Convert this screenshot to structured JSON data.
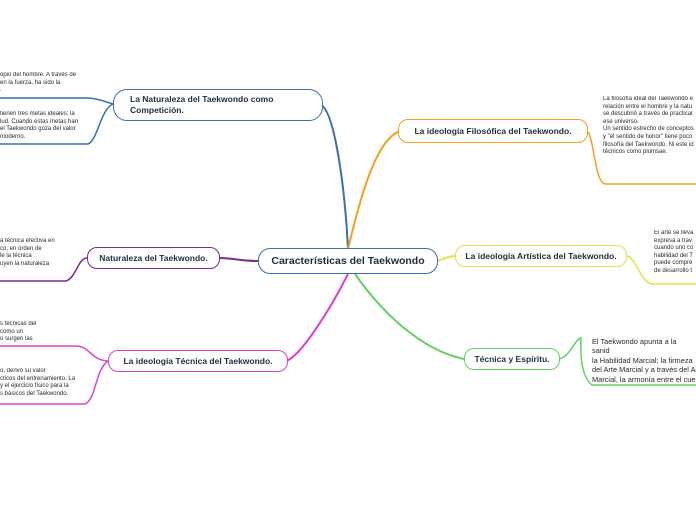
{
  "map": {
    "center": "Características del Taekwondo",
    "left": [
      {
        "title": "La Naturaleza del Taekwondo como Competición.",
        "color": "#3a6fb0",
        "notes": [
          "opio del hombre. A través de\nen la fuerza, ha sido la\n.",
          "tienen tres metas ideales; la\nlud. Cuando estas metas han\n el Taekwondo goza del valor\nmoderno."
        ]
      },
      {
        "title": "Naturaleza del Taekwondo.",
        "color": "#7a2a8c",
        "notes": [
          "a técnica efectiva en\nco, en orden de\nle la técnica\nuyen la naturaleza"
        ]
      },
      {
        "title": "La ideología Técnica del Taekwondo.",
        "color": "#e040c8",
        "notes": [
          "s técnicas del\ncomo un\no surgen las",
          "o, derivó su valor\ncticos del entrenamiento. La\ny el ejercicio físico para la\ns básicos del Taekwondo."
        ]
      }
    ],
    "right": [
      {
        "title": "La ideología Filosófica del Taekwondo.",
        "color": "#f4a020",
        "notes": [
          "La filosofía ideal del Taekwondo e\nrelación entre el hombre y la natu\nse descubrió a través de practicar\nese universo.\nUn sentido estrecho de conceptos\ny \"el sentido de honor\" tiene poco\nfilosofía del Taekwondo. Ni este id\ntécnicos como plumsae."
        ]
      },
      {
        "title": "La ideología Artística del Taekwondo.",
        "color": "#e6e04a",
        "notes": [
          "El arte se lleva\nexpresa a trav\ncuando uno co\nhabilidad del T\npuede compre\nde desarrollo t"
        ]
      },
      {
        "title": "Técnica y Espíritu.",
        "color": "#5fd35f",
        "notes": [
          "El Taekwondo apunta a la sanid\nla Habilidad Marcial; la firmeza\ndel Arte Marcial y a través del A\nMarcial, la armonía entre el cue\ncomo así también la unidad en"
        ]
      }
    ]
  }
}
